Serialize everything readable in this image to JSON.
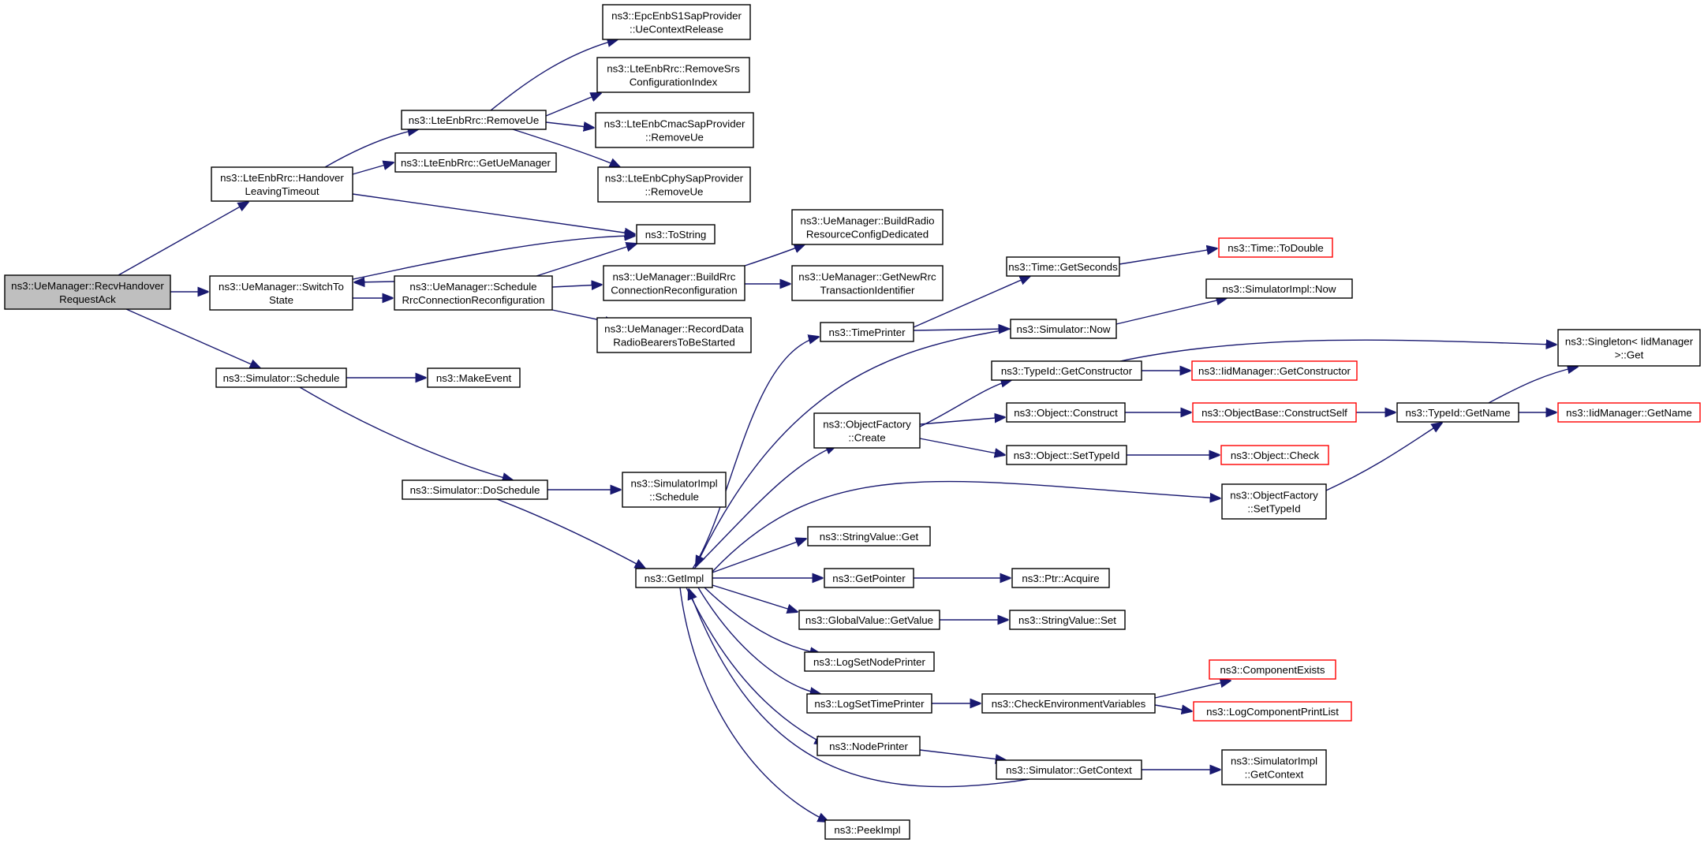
{
  "diagram": {
    "type": "call-graph",
    "colors": {
      "edge": "#191970",
      "root_fill": "#bfbfbf",
      "box_border": "#000000",
      "truncated_border": "#ff0000"
    },
    "nodes": [
      {
        "id": "root",
        "lines": [
          "ns3::UeManager::RecvHandover",
          "RequestAck"
        ],
        "kind": "root"
      },
      {
        "id": "hlt",
        "lines": [
          "ns3::LteEnbRrc::Handover",
          "LeavingTimeout"
        ]
      },
      {
        "id": "sts",
        "lines": [
          "ns3::UeManager::SwitchTo",
          "State"
        ]
      },
      {
        "id": "sched",
        "lines": [
          "ns3::Simulator::Schedule"
        ]
      },
      {
        "id": "removeue",
        "lines": [
          "ns3::LteEnbRrc::RemoveUe"
        ]
      },
      {
        "id": "getuemgr",
        "lines": [
          "ns3::LteEnbRrc::GetUeManager"
        ]
      },
      {
        "id": "tostring",
        "lines": [
          "ns3::ToString"
        ]
      },
      {
        "id": "srrc",
        "lines": [
          "ns3::UeManager::Schedule",
          "RrcConnectionReconfiguration"
        ]
      },
      {
        "id": "makeevent",
        "lines": [
          "ns3::MakeEvent"
        ]
      },
      {
        "id": "dosched",
        "lines": [
          "ns3::Simulator::DoSchedule"
        ]
      },
      {
        "id": "s1release",
        "lines": [
          "ns3::EpcEnbS1SapProvider",
          "::UeContextRelease"
        ]
      },
      {
        "id": "removesrs",
        "lines": [
          "ns3::LteEnbRrc::RemoveSrs",
          "ConfigurationIndex"
        ]
      },
      {
        "id": "cmacremove",
        "lines": [
          "ns3::LteEnbCmacSapProvider",
          "::RemoveUe"
        ]
      },
      {
        "id": "cphyremove",
        "lines": [
          "ns3::LteEnbCphySapProvider",
          "::RemoveUe"
        ]
      },
      {
        "id": "buildrrc",
        "lines": [
          "ns3::UeManager::BuildRrc",
          "ConnectionReconfiguration"
        ]
      },
      {
        "id": "recorddata",
        "lines": [
          "ns3::UeManager::RecordData",
          "RadioBearersToBeStarted"
        ]
      },
      {
        "id": "simimplsched",
        "lines": [
          "ns3::SimulatorImpl",
          "::Schedule"
        ]
      },
      {
        "id": "getimpl",
        "lines": [
          "ns3::GetImpl"
        ]
      },
      {
        "id": "buildradio",
        "lines": [
          "ns3::UeManager::BuildRadio",
          "ResourceConfigDedicated"
        ]
      },
      {
        "id": "getnewrrc",
        "lines": [
          "ns3::UeManager::GetNewRrc",
          "TransactionIdentifier"
        ]
      },
      {
        "id": "timeprinter",
        "lines": [
          "ns3::TimePrinter"
        ]
      },
      {
        "id": "ofcreate",
        "lines": [
          "ns3::ObjectFactory",
          "::Create"
        ]
      },
      {
        "id": "svget",
        "lines": [
          "ns3::StringValue::Get"
        ]
      },
      {
        "id": "getpointer",
        "lines": [
          "ns3::GetPointer"
        ]
      },
      {
        "id": "gvgetvalue",
        "lines": [
          "ns3::GlobalValue::GetValue"
        ]
      },
      {
        "id": "logsetnode",
        "lines": [
          "ns3::LogSetNodePrinter"
        ]
      },
      {
        "id": "logsettime",
        "lines": [
          "ns3::LogSetTimePrinter"
        ]
      },
      {
        "id": "nodeprinter",
        "lines": [
          "ns3::NodePrinter"
        ]
      },
      {
        "id": "peekimpl",
        "lines": [
          "ns3::PeekImpl"
        ]
      },
      {
        "id": "timegetsec",
        "lines": [
          "ns3::Time::GetSeconds"
        ]
      },
      {
        "id": "simnow",
        "lines": [
          "ns3::Simulator::Now"
        ]
      },
      {
        "id": "tidgetctor",
        "lines": [
          "ns3::TypeId::GetConstructor"
        ]
      },
      {
        "id": "objconstruct",
        "lines": [
          "ns3::Object::Construct"
        ]
      },
      {
        "id": "objsettypeid",
        "lines": [
          "ns3::Object::SetTypeId"
        ]
      },
      {
        "id": "ofsettypeid",
        "lines": [
          "ns3::ObjectFactory",
          "::SetTypeId"
        ]
      },
      {
        "id": "ptracquire",
        "lines": [
          "ns3::Ptr::Acquire"
        ]
      },
      {
        "id": "svset",
        "lines": [
          "ns3::StringValue::Set"
        ]
      },
      {
        "id": "checkenv",
        "lines": [
          "ns3::CheckEnvironmentVariables"
        ]
      },
      {
        "id": "simgetctx",
        "lines": [
          "ns3::Simulator::GetContext"
        ]
      },
      {
        "id": "todouble",
        "lines": [
          "ns3::Time::ToDouble"
        ],
        "kind": "truncated"
      },
      {
        "id": "simimplnow",
        "lines": [
          "ns3::SimulatorImpl::Now"
        ]
      },
      {
        "id": "iidgetctor",
        "lines": [
          "ns3::IidManager::GetConstructor"
        ],
        "kind": "truncated"
      },
      {
        "id": "constructself",
        "lines": [
          "ns3::ObjectBase::ConstructSelf"
        ],
        "kind": "truncated"
      },
      {
        "id": "objcheck",
        "lines": [
          "ns3::Object::Check"
        ],
        "kind": "truncated"
      },
      {
        "id": "compexists",
        "lines": [
          "ns3::ComponentExists"
        ],
        "kind": "truncated"
      },
      {
        "id": "logcompprint",
        "lines": [
          "ns3::LogComponentPrintList"
        ],
        "kind": "truncated"
      },
      {
        "id": "simimplgetctx",
        "lines": [
          "ns3::SimulatorImpl",
          "::GetContext"
        ]
      },
      {
        "id": "singleton",
        "lines": [
          "ns3::Singleton< IidManager",
          ">::Get"
        ]
      },
      {
        "id": "tidgetname",
        "lines": [
          "ns3::TypeId::GetName"
        ]
      },
      {
        "id": "iidgetname",
        "lines": [
          "ns3::IidManager::GetName"
        ],
        "kind": "truncated"
      }
    ],
    "edges": [
      [
        "root",
        "hlt"
      ],
      [
        "root",
        "sts"
      ],
      [
        "root",
        "sched"
      ],
      [
        "hlt",
        "removeue"
      ],
      [
        "hlt",
        "getuemgr"
      ],
      [
        "hlt",
        "tostring"
      ],
      [
        "sts",
        "tostring"
      ],
      [
        "sts",
        "srrc"
      ],
      [
        "srrc",
        "sts"
      ],
      [
        "srrc",
        "tostring"
      ],
      [
        "srrc",
        "buildrrc"
      ],
      [
        "srrc",
        "recorddata"
      ],
      [
        "removeue",
        "s1release"
      ],
      [
        "removeue",
        "removesrs"
      ],
      [
        "removeue",
        "cmacremove"
      ],
      [
        "removeue",
        "cphyremove"
      ],
      [
        "buildrrc",
        "buildradio"
      ],
      [
        "buildrrc",
        "getnewrrc"
      ],
      [
        "sched",
        "makeevent"
      ],
      [
        "sched",
        "dosched"
      ],
      [
        "dosched",
        "simimplsched"
      ],
      [
        "dosched",
        "getimpl"
      ],
      [
        "getimpl",
        "timeprinter"
      ],
      [
        "getimpl",
        "ofcreate"
      ],
      [
        "getimpl",
        "ofsettypeid"
      ],
      [
        "getimpl",
        "svget"
      ],
      [
        "getimpl",
        "getpointer"
      ],
      [
        "getimpl",
        "gvgetvalue"
      ],
      [
        "getimpl",
        "logsetnode"
      ],
      [
        "getimpl",
        "logsettime"
      ],
      [
        "getimpl",
        "nodeprinter"
      ],
      [
        "getimpl",
        "peekimpl"
      ],
      [
        "simnow",
        "getimpl"
      ],
      [
        "simgetctx",
        "getimpl"
      ],
      [
        "timeprinter",
        "timegetsec"
      ],
      [
        "timeprinter",
        "simnow"
      ],
      [
        "timegetsec",
        "todouble"
      ],
      [
        "simnow",
        "simimplnow"
      ],
      [
        "ofcreate",
        "tidgetctor"
      ],
      [
        "ofcreate",
        "objconstruct"
      ],
      [
        "ofcreate",
        "objsettypeid"
      ],
      [
        "tidgetctor",
        "iidgetctor"
      ],
      [
        "tidgetctor",
        "singleton"
      ],
      [
        "objconstruct",
        "constructself"
      ],
      [
        "constructself",
        "tidgetname"
      ],
      [
        "objsettypeid",
        "objcheck"
      ],
      [
        "ofsettypeid",
        "tidgetname"
      ],
      [
        "tidgetname",
        "singleton"
      ],
      [
        "tidgetname",
        "iidgetname"
      ],
      [
        "getpointer",
        "ptracquire"
      ],
      [
        "gvgetvalue",
        "svset"
      ],
      [
        "logsettime",
        "checkenv"
      ],
      [
        "checkenv",
        "compexists"
      ],
      [
        "checkenv",
        "logcompprint"
      ],
      [
        "nodeprinter",
        "simgetctx"
      ],
      [
        "simgetctx",
        "simimplgetctx"
      ]
    ]
  }
}
